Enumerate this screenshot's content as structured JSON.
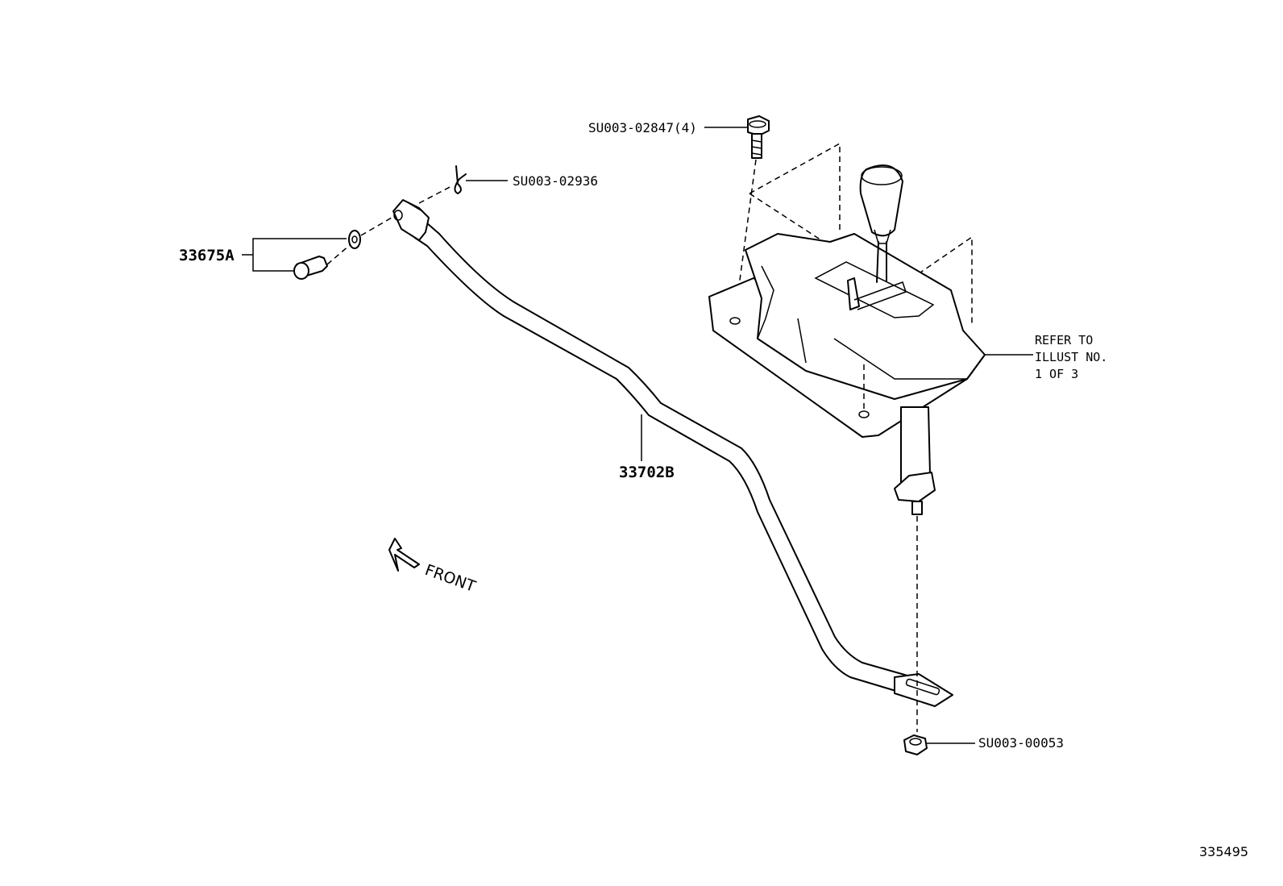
{
  "callouts": {
    "bolt": "SU003-02847(4)",
    "clip": "SU003-02936",
    "pin_washer": "33675A",
    "rod": "33702B",
    "nut": "SU003-00053"
  },
  "note": {
    "line1": "REFER TO",
    "line2": "ILLUST NO.",
    "line3": "1 OF 3"
  },
  "direction": {
    "label": "FRONT",
    "icon": "front-arrow-icon"
  },
  "figure_id": "335495"
}
